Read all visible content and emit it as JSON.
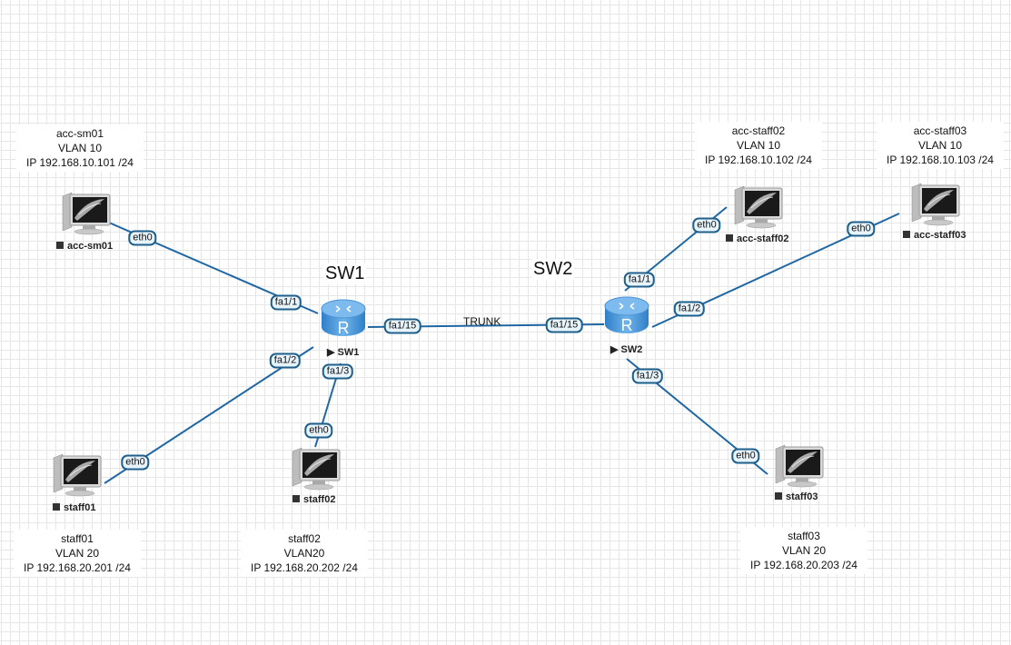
{
  "diagram": {
    "switches": [
      {
        "id": "sw1",
        "title": "SW1",
        "label": "SW1",
        "icon": "router-icon"
      },
      {
        "id": "sw2",
        "title": "SW2",
        "label": "SW2",
        "icon": "router-icon"
      }
    ],
    "hosts": [
      {
        "id": "acc-sm01",
        "label": "acc-sm01",
        "info": [
          "acc-sm01",
          "VLAN 10",
          "IP 192.168.10.101 /24"
        ],
        "port": "eth0"
      },
      {
        "id": "staff01",
        "label": "staff01",
        "info": [
          "staff01",
          "VLAN 20",
          "IP 192.168.20.201 /24"
        ],
        "port": "eth0"
      },
      {
        "id": "staff02",
        "label": "staff02",
        "info": [
          "staff02",
          "VLAN20",
          "IP 192.168.20.202 /24"
        ],
        "port": "eth0"
      },
      {
        "id": "acc-staff02",
        "label": "acc-staff02",
        "info": [
          "acc-staff02",
          "VLAN 10",
          "IP 192.168.10.102 /24"
        ],
        "port": "eth0"
      },
      {
        "id": "acc-staff03",
        "label": "acc-staff03",
        "info": [
          "acc-staff03",
          "VLAN 10",
          "IP 192.168.10.103 /24"
        ],
        "port": "eth0"
      },
      {
        "id": "staff03",
        "label": "staff03",
        "info": [
          "staff03",
          "VLAN 20",
          "IP 192.168.20.203 /24"
        ],
        "port": "eth0"
      }
    ],
    "links": [
      {
        "from": "acc-sm01",
        "from_port": "eth0",
        "to": "sw1",
        "to_port": "fa1/1"
      },
      {
        "from": "staff01",
        "from_port": "eth0",
        "to": "sw1",
        "to_port": "fa1/2"
      },
      {
        "from": "staff02",
        "from_port": "eth0",
        "to": "sw1",
        "to_port": "fa1/3"
      },
      {
        "from": "sw1",
        "from_port": "fa1/15",
        "to": "sw2",
        "to_port": "fa1/15",
        "label": "TRUNK"
      },
      {
        "from": "acc-staff02",
        "from_port": "eth0",
        "to": "sw2",
        "to_port": "fa1/1"
      },
      {
        "from": "acc-staff03",
        "from_port": "eth0",
        "to": "sw2",
        "to_port": "fa1/2"
      },
      {
        "from": "staff03",
        "from_port": "eth0",
        "to": "sw2",
        "to_port": "fa1/3"
      }
    ],
    "colors": {
      "link": "#1f67a3",
      "grid": "#e6e6e6",
      "port_border": "#1f5f8b"
    }
  }
}
